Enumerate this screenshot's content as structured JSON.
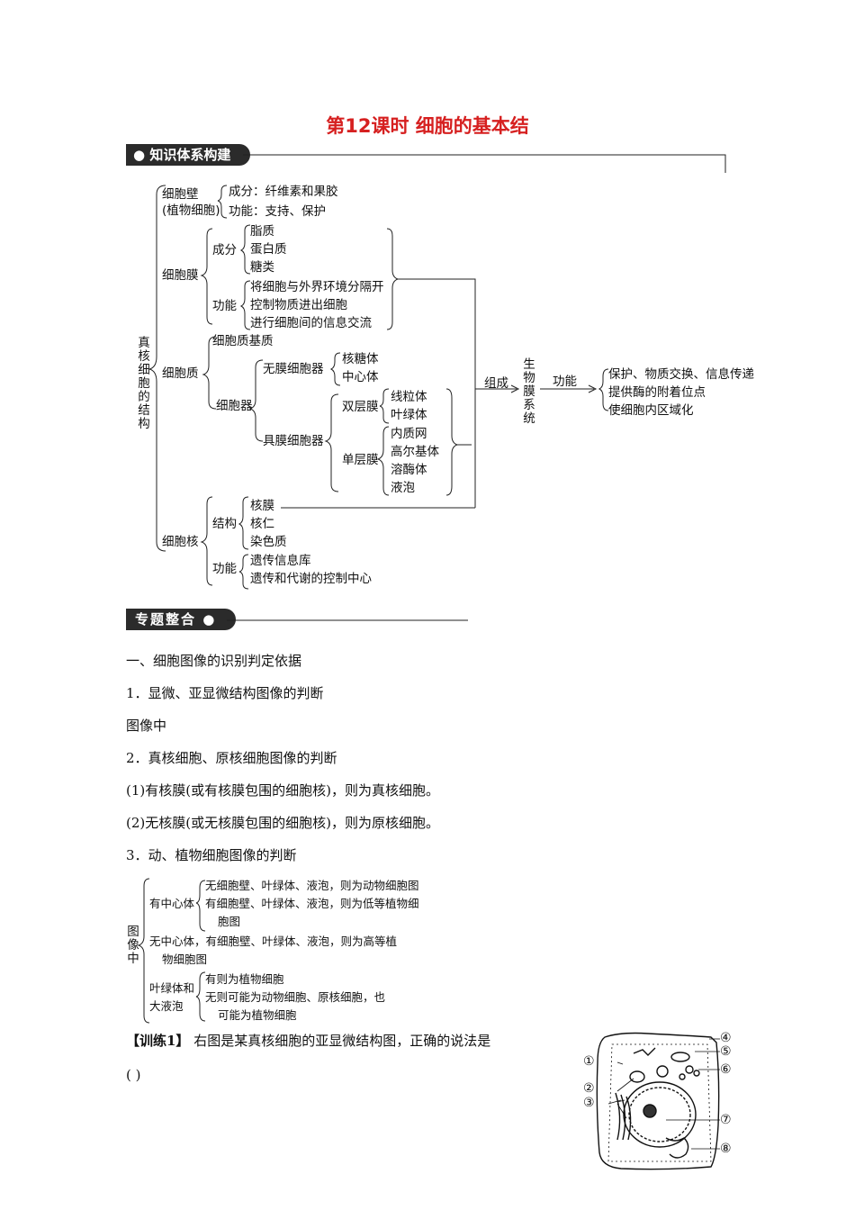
{
  "title": "第12课时  细胞的基本结",
  "section1_tag": "知识体系构建",
  "section2_tag": "专题整合",
  "diagram": {
    "root": "真核细胞的结构",
    "wall": {
      "label1": "细胞壁",
      "label2": "(植物细胞)",
      "comp": "成分：纤维素和果胶",
      "func": "功能：支持、保护"
    },
    "membrane": {
      "label": "细胞膜",
      "comp_label": "成分",
      "comp": [
        "脂质",
        "蛋白质",
        "糖类"
      ],
      "func_label": "功能",
      "func": [
        "将细胞与外界环境分隔开",
        "控制物质进出细胞",
        "进行细胞间的信息交流"
      ]
    },
    "cytoplasm": {
      "label": "细胞质",
      "matrix": "细胞质基质",
      "organelle": "细胞器",
      "nonmembrane": "无膜细胞器",
      "nonmembrane_items": [
        "核糖体",
        "中心体"
      ],
      "membrane": "具膜细胞器",
      "double": "双层膜",
      "double_items": [
        "线粒体",
        "叶绿体"
      ],
      "single": "单层膜",
      "single_items": [
        "内质网",
        "高尔基体",
        "溶酶体",
        "液泡"
      ]
    },
    "nucleus": {
      "label": "细胞核",
      "struct_label": "结构",
      "struct": [
        "核膜",
        "核仁",
        "染色质"
      ],
      "func_label": "功能",
      "func": [
        "遗传信息库",
        "遗传和代谢的控制中心"
      ]
    },
    "compose": "组成",
    "system": "生物膜系统",
    "sys_func_label": "功能",
    "sys_func": [
      "保护、物质交换、信息传递",
      "提供酶的附着位点",
      "使细胞内区域化"
    ]
  },
  "body": {
    "h1": "一、细胞图像的识别判定依据",
    "s1": "1．显微、亚显微结构图像的判断",
    "s1_text": "图像中",
    "s2": "2．真核细胞、原核细胞图像的判断",
    "s2_a": "(1)有核膜(或有核膜包围的细胞核)，则为真核细胞。",
    "s2_b": "(2)无核膜(或无核膜包围的细胞核)，则为原核细胞。",
    "s3": "3．动、植物细胞图像的判断"
  },
  "small_diagram": {
    "root": "图像中",
    "centriole": "有中心体",
    "c1": "无细胞壁、叶绿体、液泡，则为动物细胞图",
    "c2a": "有细胞壁、叶绿体、液泡，则为低等植物细",
    "c2b": "胞图",
    "no_centriole_a": "无中心体，有细胞壁、叶绿体、液泡，则为高等植",
    "no_centriole_b": "物细胞图",
    "chloro_a": "叶绿体和",
    "chloro_b": "大液泡",
    "h1": "有则为植物细胞",
    "h2a": "无则可能为动物细胞、原核细胞，也",
    "h2b": "可能为植物细胞"
  },
  "exercise": {
    "label": "【训练1】",
    "text": "右图是某真核细胞的亚显微结构图，正确的说法是",
    "paren": "(      )"
  },
  "cell_labels": [
    "①",
    "②",
    "③",
    "④",
    "⑤",
    "⑥",
    "⑦",
    "⑧"
  ]
}
